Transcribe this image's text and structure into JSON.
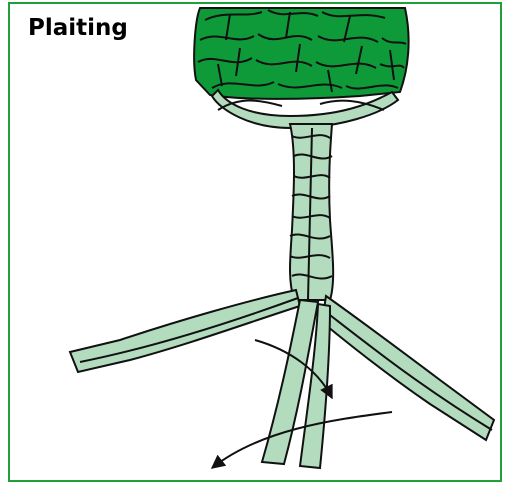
{
  "title": "Plaiting",
  "colors": {
    "border": "#21a03a",
    "bundle_green": "#0f9a3a",
    "strand_light": "#b3dcbf",
    "outline": "#111111",
    "title_text": "#000000"
  },
  "elements": [
    "green-bundle-top",
    "braid",
    "left-strands",
    "center-strands",
    "right-strands",
    "arrow-down-right",
    "arrow-curving-left"
  ]
}
